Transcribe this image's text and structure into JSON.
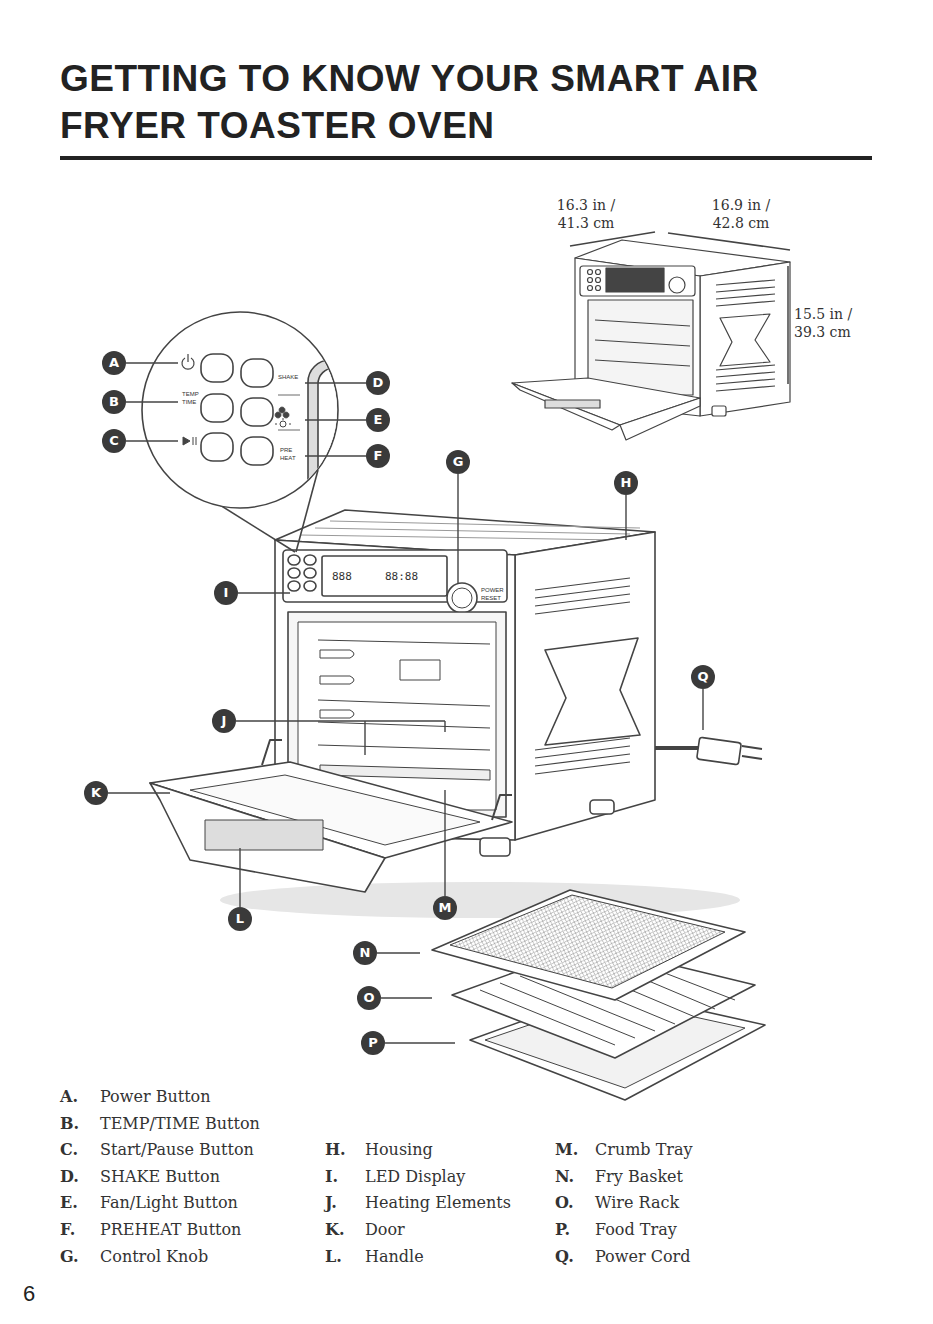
{
  "diagram": {
    "title": "GETTING TO KNOW YOUR SMART AIR FRYER TOASTER OVEN",
    "labels": [
      "A",
      "B",
      "C",
      "D",
      "E",
      "F",
      "G",
      "H",
      "I",
      "J",
      "K",
      "L",
      "M",
      "N",
      "O",
      "P",
      "Q",
      "16.3 in / 41.3 cm",
      "16.9 in / 42.8 cm",
      "15.5 in / 39.3 cm",
      "A.",
      "Power Button",
      "B.",
      "TEMP/TIME Button",
      "C.",
      "Start/Pause Button",
      "D.",
      "SHAKE Button",
      "E.",
      "Fan/Light Button",
      "F.",
      "PREHEAT Button",
      "G.",
      "Control Knob",
      "H.",
      "Housing",
      "I.",
      "LED Display",
      "J.",
      "Heating Elements",
      "K.",
      "Door",
      "L.",
      "Handle",
      "M.",
      "Crumb Tray",
      "N.",
      "Fry Basket",
      "O.",
      "Wire Rack",
      "P.",
      "Food Tray",
      "Q.",
      "Power Cord",
      "6",
      "TEMP",
      "TIME",
      "SHAKE",
      "PRE",
      "HEAT",
      "888",
      "88:88",
      "POWER",
      "RESET"
    ]
  }
}
